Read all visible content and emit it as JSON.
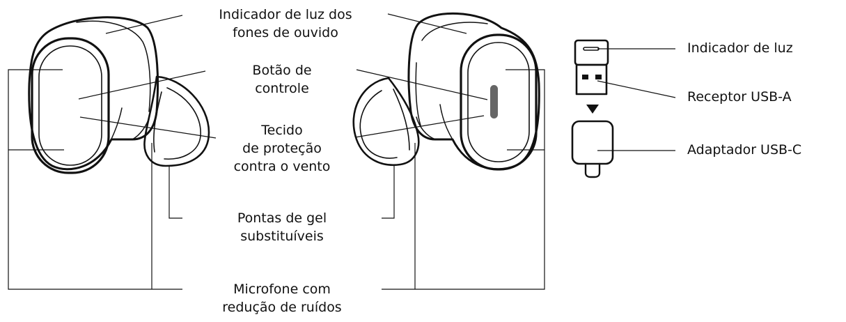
{
  "labels": {
    "earbud_light": [
      "Indicador de luz dos",
      "fones de ouvido"
    ],
    "control_button": [
      "Botão de",
      "controle"
    ],
    "wind_fabric": [
      "Tecido",
      "de proteção",
      "contra o vento"
    ],
    "gel_tips": [
      "Pontas de gel",
      "substituíveis"
    ],
    "microphone": [
      "Microfone com",
      "redução de ruídos"
    ],
    "dongle_light": "Indicador de luz",
    "usb_a": "Receptor USB-A",
    "usb_c": "Adaptador USB-C"
  },
  "icons": {
    "left_earbud": "left-earbud-illustration",
    "right_earbud": "right-earbud-illustration",
    "usb_a_receiver": "usb-a-receiver-illustration",
    "usb_c_adapter": "usb-c-adapter-illustration",
    "arrow": "down-arrow"
  },
  "colors": {
    "ink": "#111111",
    "indicator": "#666666",
    "background": "#ffffff"
  }
}
